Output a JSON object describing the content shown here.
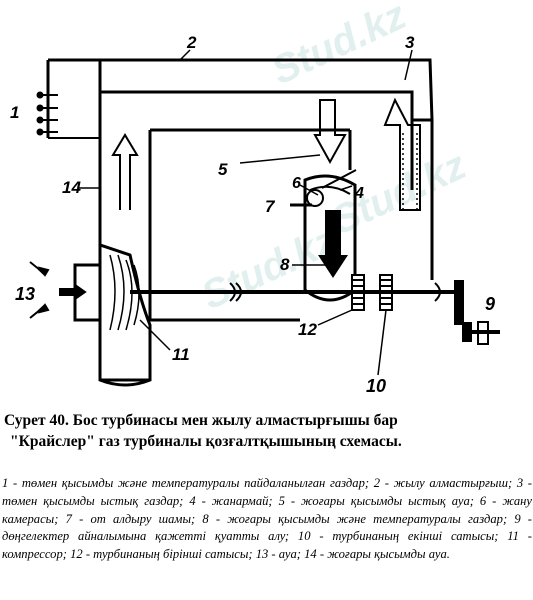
{
  "watermark": "Stud.kz",
  "figure": {
    "labels": [
      "1",
      "2",
      "3",
      "4",
      "5",
      "6",
      "7",
      "8",
      "9",
      "10",
      "11",
      "12",
      "13",
      "14"
    ]
  },
  "caption": {
    "line1": "Сурет 40. Бос турбинасы мен жылу алмастырғышы бар",
    "line2": "\"Крайслер\" газ турбиналы қозғалтқышының схемасы."
  },
  "legend": "1 - төмен қысымды және температуралы пайдаланылған газдар; 2 - жылу алмастырғыш; 3 - төмен қысымды ыстық газдар; 4 - жанармай; 5 - жоғары қысымды ыстық ауа; 6 - жану камерасы; 7 - от алдыру шамы; 8 - жоғары қысымды және температуралы газдар; 9 - дөңгелектер айналымына қажетті қуатты алу; 10 - турбинаның екінші сатысы; 11 - компрессор; 12 - турбинаның бірінші сатысы; 13 - ауа; 14 - жоғары қысымды ауа."
}
